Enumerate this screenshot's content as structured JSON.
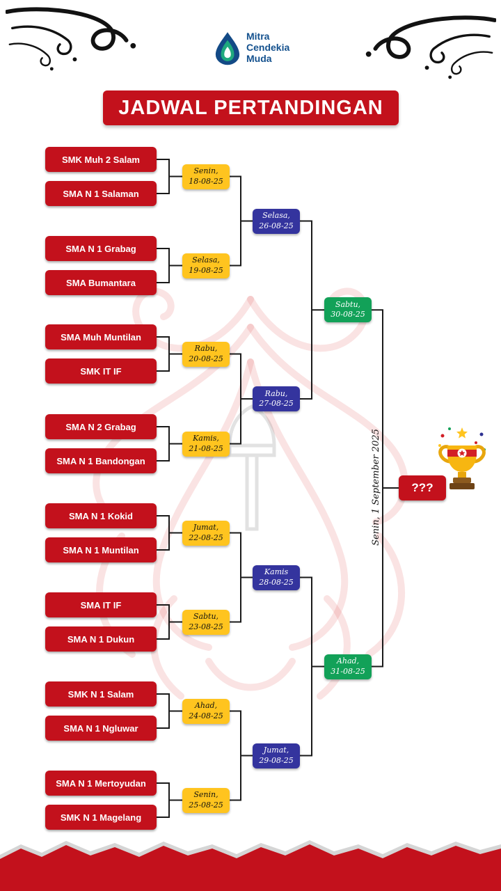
{
  "header": {
    "brand": {
      "line1": "Mitra",
      "line2": "Cendekia",
      "line3": "Muda"
    },
    "title": "JADWAL PERTANDINGAN"
  },
  "bracket": {
    "round1": [
      {
        "team1": "SMK Muh 2 Salam",
        "team2": "SMA N 1 Salaman",
        "day": "Senin,",
        "date": "18-08-25"
      },
      {
        "team1": "SMA N 1 Grabag",
        "team2": "SMA Bumantara",
        "day": "Selasa,",
        "date": "19-08-25"
      },
      {
        "team1": "SMA Muh Muntilan",
        "team2": "SMK IT IF",
        "day": "Rabu,",
        "date": "20-08-25"
      },
      {
        "team1": "SMA N 2 Grabag",
        "team2": "SMA N 1 Bandongan",
        "day": "Kamis,",
        "date": "21-08-25"
      },
      {
        "team1": "SMA N 1 Kokid",
        "team2": "SMA N 1 Muntilan",
        "day": "Jumat,",
        "date": "22-08-25"
      },
      {
        "team1": "SMA IT IF",
        "team2": "SMA N 1 Dukun",
        "day": "Sabtu,",
        "date": "23-08-25"
      },
      {
        "team1": "SMK N 1 Salam",
        "team2": "SMA N 1 Ngluwar",
        "day": "Ahad,",
        "date": "24-08-25"
      },
      {
        "team1": "SMA N 1 Mertoyudan",
        "team2": "SMK N 1 Magelang",
        "day": "Senin,",
        "date": "25-08-25"
      }
    ],
    "round2": [
      {
        "day": "Selasa,",
        "date": "26-08-25"
      },
      {
        "day": "Rabu,",
        "date": "27-08-25"
      },
      {
        "day": "Kamis",
        "date": "28-08-25"
      },
      {
        "day": "Jumat,",
        "date": "29-08-25"
      }
    ],
    "round3": [
      {
        "day": "Sabtu,",
        "date": "30-08-25"
      },
      {
        "day": "Ahad,",
        "date": "31-08-25"
      }
    ],
    "final": {
      "date": "Senin, 1 September 2025",
      "winner": "???"
    }
  },
  "colors": {
    "red": "#C3111C",
    "yellow": "#FFC41F",
    "blue": "#34349E",
    "green": "#12A158",
    "brand_blue": "#14518E"
  }
}
